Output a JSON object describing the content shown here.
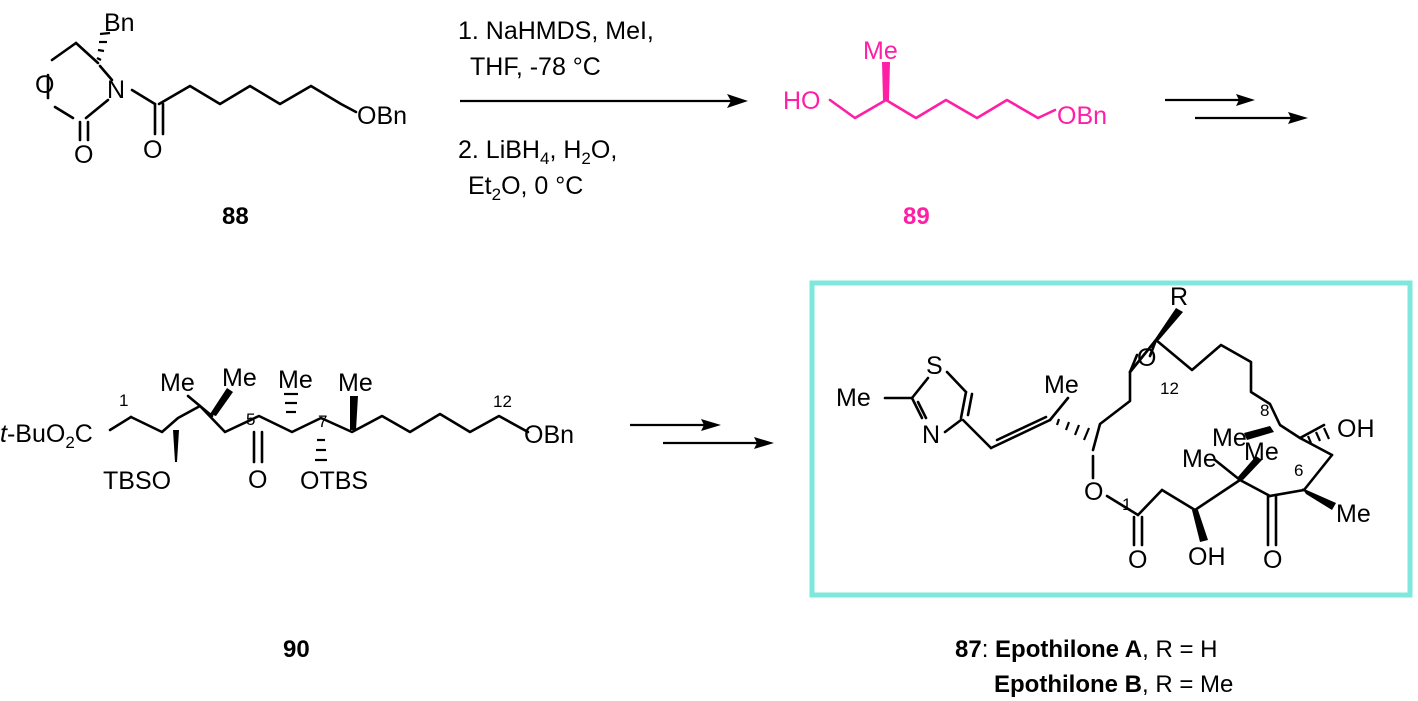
{
  "compounds": {
    "c88": {
      "id": "88",
      "atoms": {
        "bn": "Bn",
        "o_ring": "O",
        "n": "N",
        "o_carbonyl1": "O",
        "o_carbonyl2": "O",
        "obn": "OBn"
      }
    },
    "c89": {
      "id": "89",
      "color": "#ff1fa5",
      "atoms": {
        "me": "Me",
        "ho": "HO",
        "obn": "OBn"
      }
    },
    "c90": {
      "id": "90",
      "atoms": {
        "tbuo2c_prefix": "t",
        "tbuo2c_main": "-BuO",
        "tbuo2c_sub": "2",
        "tbuo2c_tail": "C",
        "tbso3": "TBSO",
        "me4a": "Me",
        "me4b": "Me",
        "o5": "O",
        "me6": "Me",
        "otbs7": "OTBS",
        "me8": "Me",
        "obn": "OBn"
      },
      "numbers": {
        "n1": "1",
        "n5": "5",
        "n7": "7",
        "n12": "12"
      }
    },
    "c87": {
      "id": "87",
      "name_a": "Epothilone A",
      "r_a": ", R = H",
      "name_b": "Epothilone B",
      "r_b": ", R = Me",
      "separator": ": ",
      "box_color": "#7fe8dd",
      "atoms": {
        "r": "R",
        "me_thiazole": "Me",
        "s": "S",
        "n": "N",
        "me_vinyl": "Me",
        "o_epox": "O",
        "o_ring": "O",
        "o_c1": "O",
        "oh3": "OH",
        "me4a": "Me",
        "me4b": "Me",
        "o5": "O",
        "me6": "Me",
        "me8": "Me",
        "oh7": "OH"
      },
      "numbers": {
        "n1": "1",
        "n6": "6",
        "n8": "8",
        "n12": "12"
      }
    }
  },
  "conditions": {
    "step1_line1": "1. NaHMDS, MeI,",
    "step1_line2": "THF, -78 °C",
    "step2_line1_a": "2. LiBH",
    "step2_line1_sub1": "4",
    "step2_line1_b": ", H",
    "step2_line1_sub2": "2",
    "step2_line1_c": "O,",
    "step2_line2_a": "Et",
    "step2_line2_sub": "2",
    "step2_line2_b": "O, 0 °C"
  }
}
